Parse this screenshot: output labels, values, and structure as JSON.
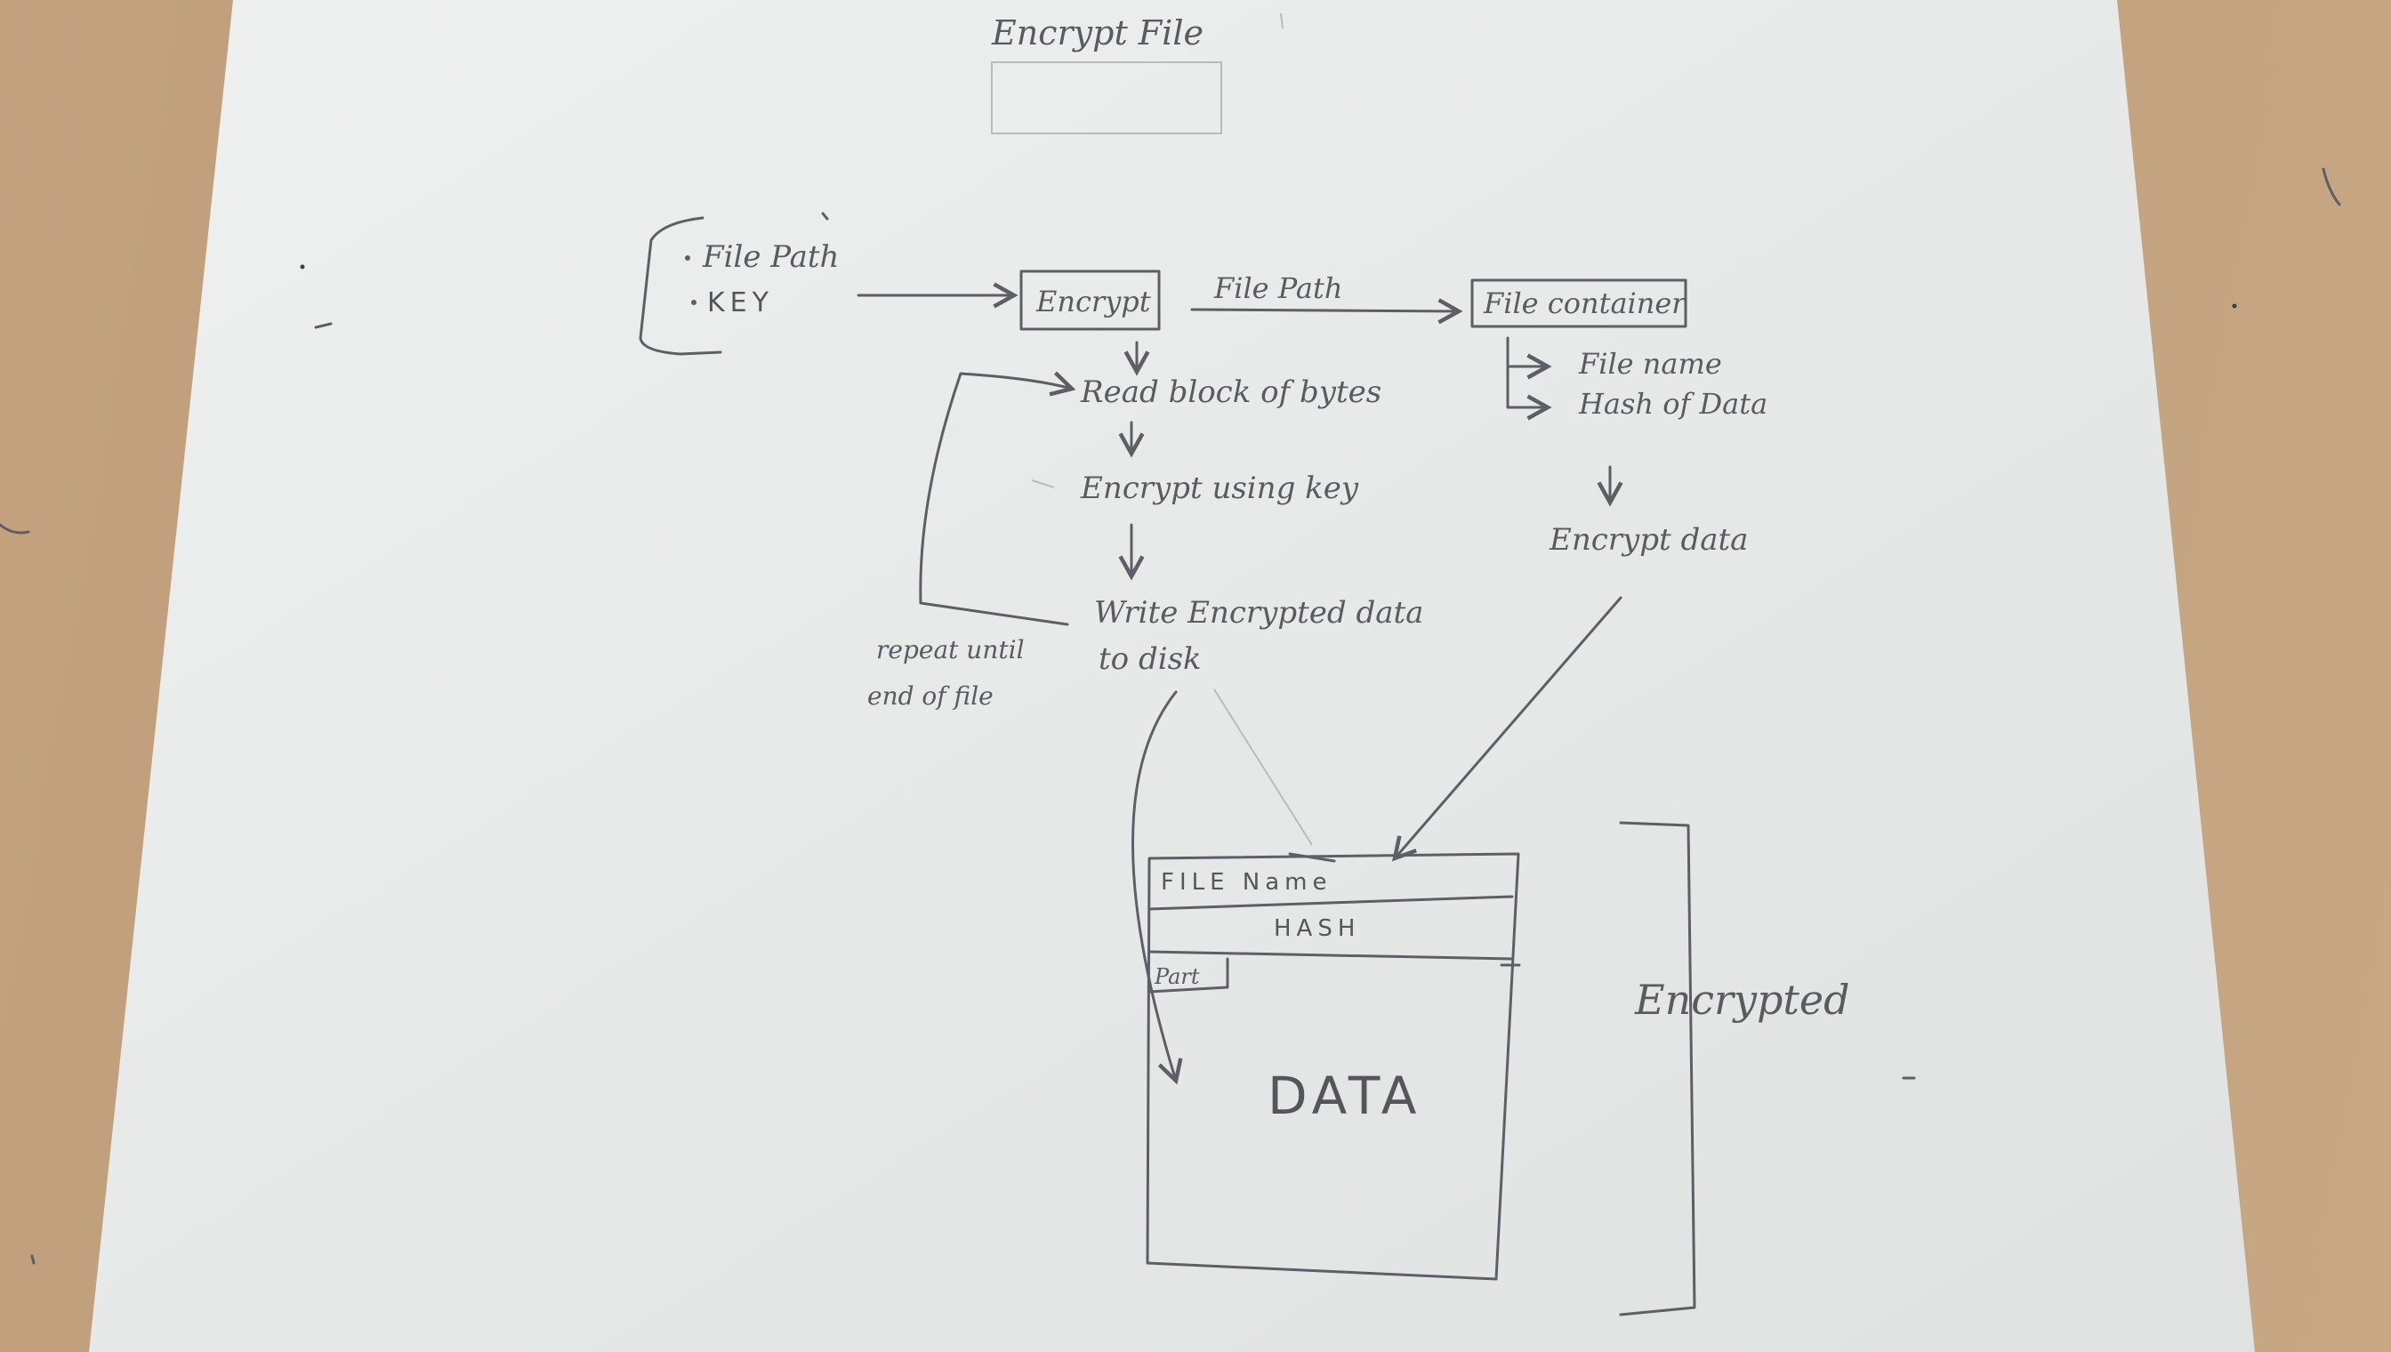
{
  "title": "Encrypt File",
  "inputs": {
    "items": [
      "File Path",
      "KEY"
    ]
  },
  "encrypt_box": "Encrypt",
  "edge_label": "File Path",
  "file_container_box": "File container",
  "container_items": [
    "File name",
    "Hash of Data"
  ],
  "encrypt_data": "Encrypt data",
  "loop_steps": {
    "read": "Read block of bytes",
    "encrypt": "Encrypt using key",
    "write_line1": "Write Encrypted data",
    "write_line2": "to disk"
  },
  "repeat_note": {
    "line1": "repeat until",
    "line2": "end of file"
  },
  "file_layout": {
    "filename": "FILE Name",
    "hash": "HASH",
    "part": "Part",
    "data": "DATA"
  },
  "bracket_label": "Encrypted"
}
